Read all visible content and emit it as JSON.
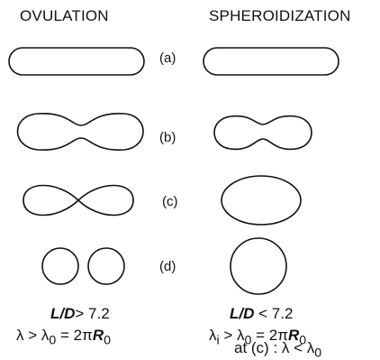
{
  "headings": {
    "left": "OVULATION",
    "right": "SPHEROIDIZATION"
  },
  "steps": [
    "(a)",
    "(b)",
    "(c)",
    "(d)"
  ],
  "left_conditions": {
    "ratio_var": "L/D",
    "ratio_rel": "> 7.2",
    "lambda_line_a": "λ > λ",
    "lambda_line_b": " = 2π",
    "r_var": "R"
  },
  "right_conditions": {
    "ratio_var": "L/D",
    "ratio_rel": "< 7.2",
    "lambda_line_a": "λ",
    "lambda_line_b": " > λ",
    "lambda_line_c": " = 2π",
    "r_var": "R",
    "at_c_line": "at (c) : λ < λ"
  },
  "subscripts": {
    "zero": "0",
    "i": "i"
  }
}
